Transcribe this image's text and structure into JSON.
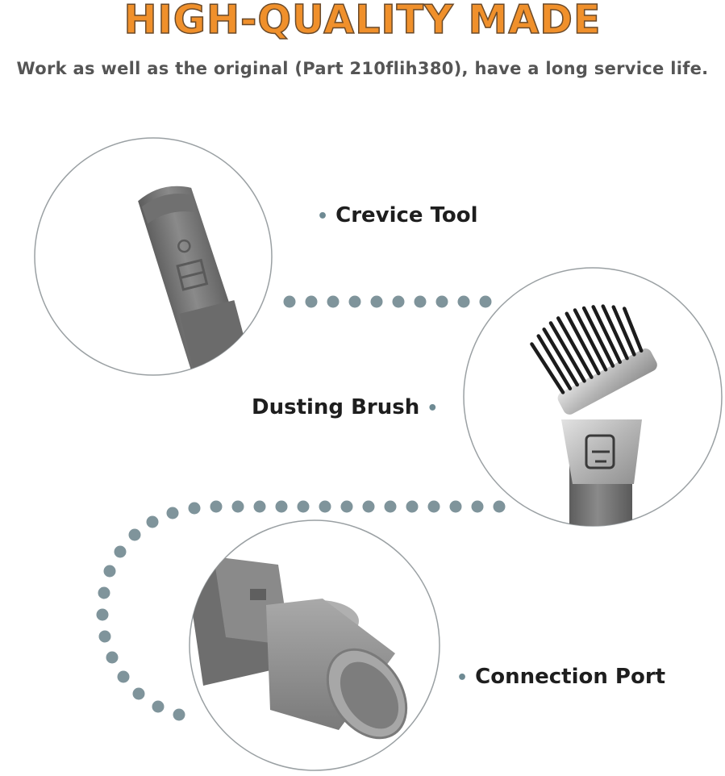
{
  "header": {
    "title": "HIGH-QUALITY MADE",
    "subtitle": "Work as well as the original (Part 210flih380), have a long service life."
  },
  "features": {
    "crevice": {
      "label": "Crevice Tool",
      "bullet": "•"
    },
    "brush": {
      "label": "Dusting Brush",
      "bullet": "•"
    },
    "port": {
      "label": "Connection Port",
      "bullet": "•"
    }
  },
  "colors": {
    "title_orange": "#f0902b",
    "dot_color": "#7f949b",
    "part_gray": "#8b8b8b"
  }
}
